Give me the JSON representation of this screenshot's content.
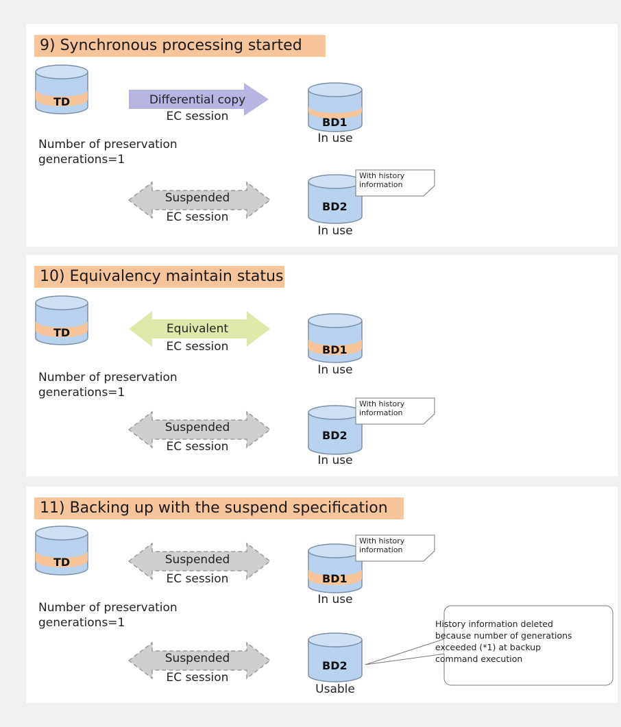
{
  "panels": [
    {
      "title": "9) Synchronous processing started",
      "source": {
        "label": "TD",
        "caption_line1": "Number of preservation",
        "caption_line2": "generations=1"
      },
      "session1": {
        "state": "Differential copy",
        "type": "EC session",
        "arrow_style": "right",
        "color": "#b7b6e2"
      },
      "target1": {
        "label": "BD1",
        "status": "In use",
        "has_note": false
      },
      "session2": {
        "state": "Suspended",
        "type": "EC session",
        "arrow_style": "dashed-both",
        "color": "#cfcfcf"
      },
      "target2": {
        "label": "BD2",
        "status": "In use",
        "has_note": true
      },
      "note_line1": "With history",
      "note_line2": "information"
    },
    {
      "title": "10) Equivalency maintain status",
      "source": {
        "label": "TD",
        "caption_line1": "Number of preservation",
        "caption_line2": "generations=1"
      },
      "session1": {
        "state": "Equivalent",
        "type": "EC session",
        "arrow_style": "both",
        "color": "#dde9a8"
      },
      "target1": {
        "label": "BD1",
        "status": "In use",
        "has_note": false
      },
      "session2": {
        "state": "Suspended",
        "type": "EC session",
        "arrow_style": "dashed-both",
        "color": "#cfcfcf"
      },
      "target2": {
        "label": "BD2",
        "status": "In use",
        "has_note": true
      },
      "note_line1": "With history",
      "note_line2": "information"
    },
    {
      "title": "11) Backing up with the suspend specification",
      "source": {
        "label": "TD",
        "caption_line1": "Number of preservation",
        "caption_line2": "generations=1"
      },
      "session1": {
        "state": "Suspended",
        "type": "EC session",
        "arrow_style": "dashed-both",
        "color": "#cfcfcf"
      },
      "target1": {
        "label": "BD1",
        "status": "In use",
        "has_note": true
      },
      "session2": {
        "state": "Suspended",
        "type": "EC session",
        "arrow_style": "dashed-both",
        "color": "#cfcfcf"
      },
      "target2": {
        "label": "BD2",
        "status": "Usable",
        "has_note": false
      },
      "note_line1": "With history",
      "note_line2": "information",
      "callout": [
        "History information deleted",
        "because number of generations",
        "exceeded (*1) at backup",
        "command execution"
      ]
    }
  ],
  "colors": {
    "cylinder_blue": "#b9d2ee",
    "cylinder_band": "#f8c49a",
    "cylinder_stroke": "#7a8fa6",
    "banner": "#f8c49a"
  }
}
